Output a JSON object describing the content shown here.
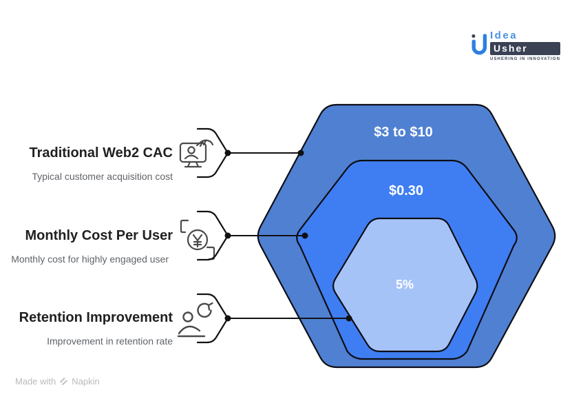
{
  "logo": {
    "brand_top": "Idea",
    "brand_bottom": "Usher",
    "tagline": "USHERING IN INNOVATION"
  },
  "labels": [
    {
      "title": "Traditional Web2 CAC",
      "subtitle": "Typical customer acquisition cost",
      "icon": "monitor-user-icon"
    },
    {
      "title": "Monthly Cost Per User",
      "subtitle": "Monthly cost for highly engaged user",
      "icon": "coin-currency-icon"
    },
    {
      "title": "Retention Improvement",
      "subtitle": "Improvement in retention rate",
      "icon": "person-refresh-icon"
    }
  ],
  "diagram": {
    "type": "nested-hexagons",
    "levels": [
      {
        "name": "Traditional Web2 CAC",
        "value": "$3 to $10",
        "color": "#4f80d2"
      },
      {
        "name": "Monthly Cost Per User",
        "value": "$0.30",
        "color": "#3f7ef2"
      },
      {
        "name": "Retention Improvement",
        "value": "5%",
        "color": "#a6c3f8"
      }
    ],
    "stroke_color": "#0d0d15",
    "value_text_color": "#ffffff"
  },
  "footer": {
    "made_with": "Made with",
    "brand": "Napkin"
  }
}
